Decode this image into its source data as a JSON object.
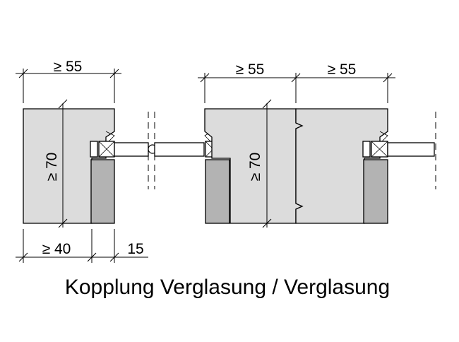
{
  "dimensions": {
    "left_width": "≥ 55",
    "mid_width": "≥ 55",
    "right_width": "≥ 55",
    "left_height": "≥ 70",
    "mid_height": "≥ 70",
    "bottom_profile": "≥ 40",
    "bottom_gap": "15"
  },
  "caption": "Kopplung Verglasung / Verglasung",
  "colors": {
    "profile_fill": "#dcdcdc",
    "bead_fill": "#b3b3b3",
    "line": "#000000"
  }
}
